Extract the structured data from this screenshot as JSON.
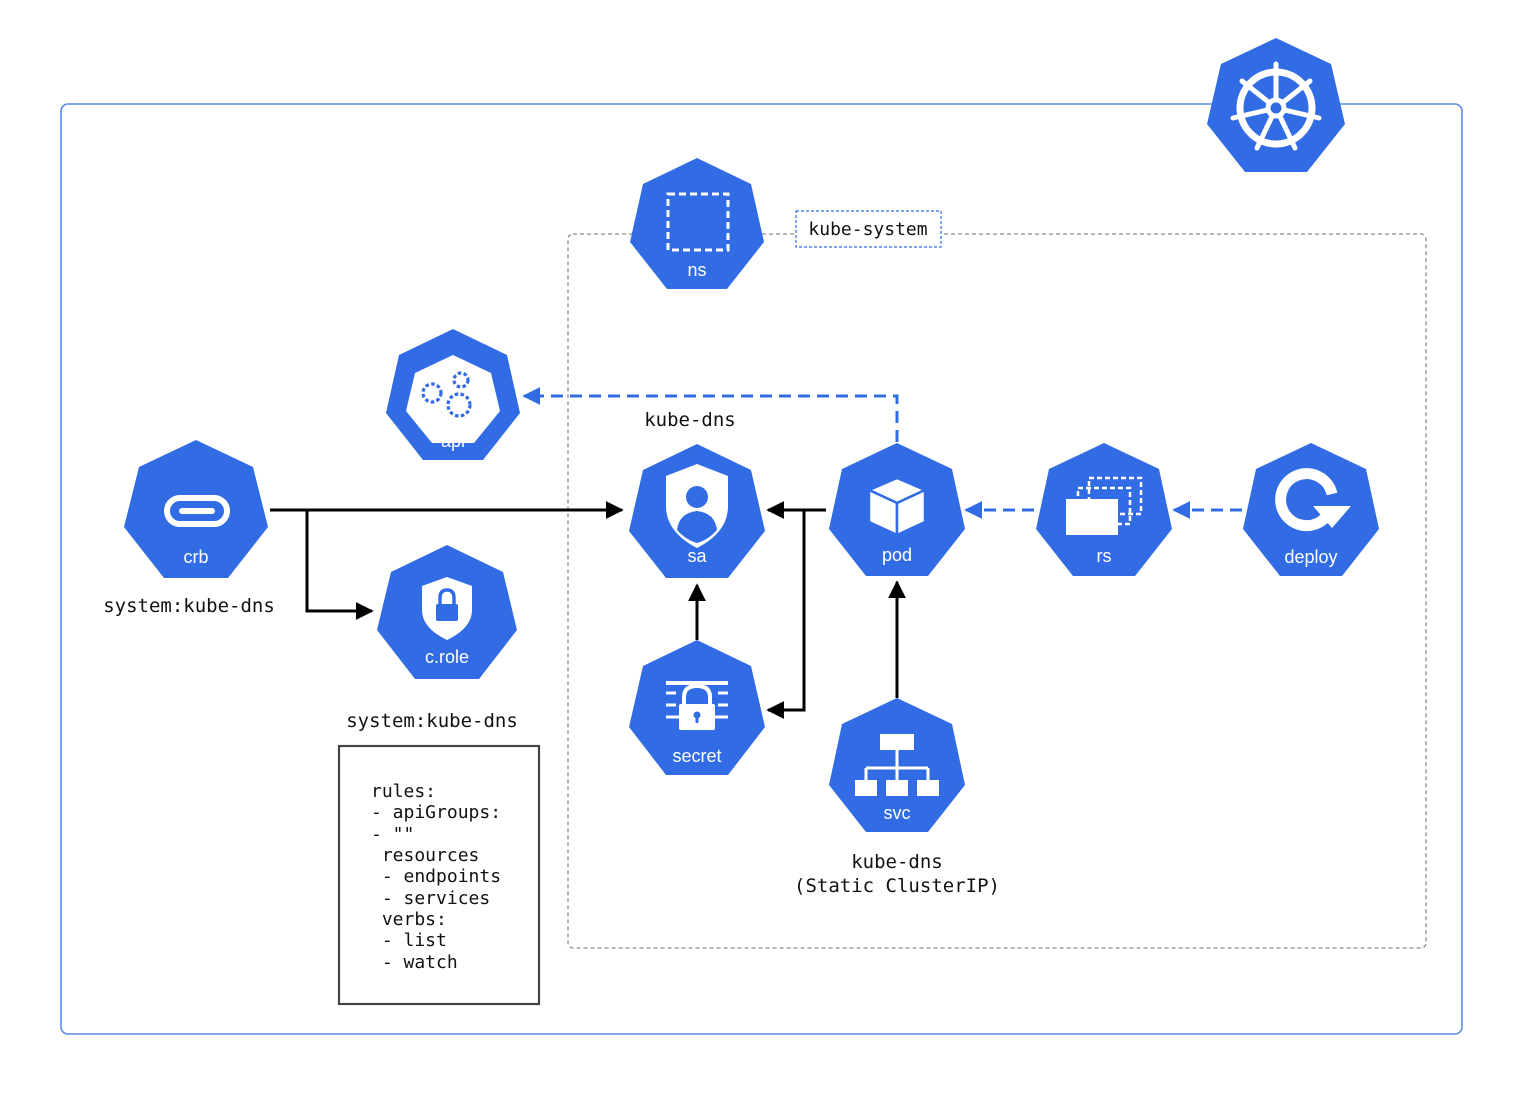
{
  "colors": {
    "k8s_blue": "#326ce5",
    "frame_border": "#5b8ae6",
    "namespace_border": "#8c8c8c",
    "arrow_solid": "#000000",
    "arrow_dashed": "#326ce5"
  },
  "namespace": {
    "label": "kube-system"
  },
  "nodes": {
    "ns": {
      "label": "ns",
      "icon": "dashed-square-icon"
    },
    "api": {
      "label": "api",
      "icon": "gears-icon"
    },
    "crb": {
      "label": "crb",
      "icon": "link-icon",
      "caption": "system:kube-dns"
    },
    "crole": {
      "label": "c.role",
      "icon": "lock-shield-icon",
      "caption": "system:kube-dns"
    },
    "sa": {
      "label": "sa",
      "icon": "user-shield-icon",
      "caption": "kube-dns"
    },
    "pod": {
      "label": "pod",
      "icon": "cube-icon"
    },
    "rs": {
      "label": "rs",
      "icon": "stacked-windows-icon"
    },
    "deploy": {
      "label": "deploy",
      "icon": "circular-arrow-icon"
    },
    "secret": {
      "label": "secret",
      "icon": "padlock-icon"
    },
    "svc": {
      "label": "svc",
      "icon": "hierarchy-icon",
      "caption_line1": "kube-dns",
      "caption_line2": "(Static ClusterIP)"
    }
  },
  "rules_box": {
    "lines": [
      "rules:",
      "- apiGroups:",
      "- \"\"",
      " resources",
      " - endpoints",
      " - services",
      " verbs:",
      " - list",
      " - watch"
    ]
  },
  "edges": [
    {
      "from": "crb",
      "to": "sa",
      "style": "solid"
    },
    {
      "from": "crb",
      "to": "crole",
      "style": "solid"
    },
    {
      "from": "secret",
      "to": "sa",
      "style": "solid"
    },
    {
      "from": "pod",
      "to": "sa",
      "style": "solid"
    },
    {
      "from": "pod",
      "to": "secret",
      "style": "solid"
    },
    {
      "from": "svc",
      "to": "pod",
      "style": "solid"
    },
    {
      "from": "pod",
      "to": "api",
      "style": "dashed"
    },
    {
      "from": "rs",
      "to": "pod",
      "style": "dashed"
    },
    {
      "from": "deploy",
      "to": "rs",
      "style": "dashed"
    }
  ]
}
